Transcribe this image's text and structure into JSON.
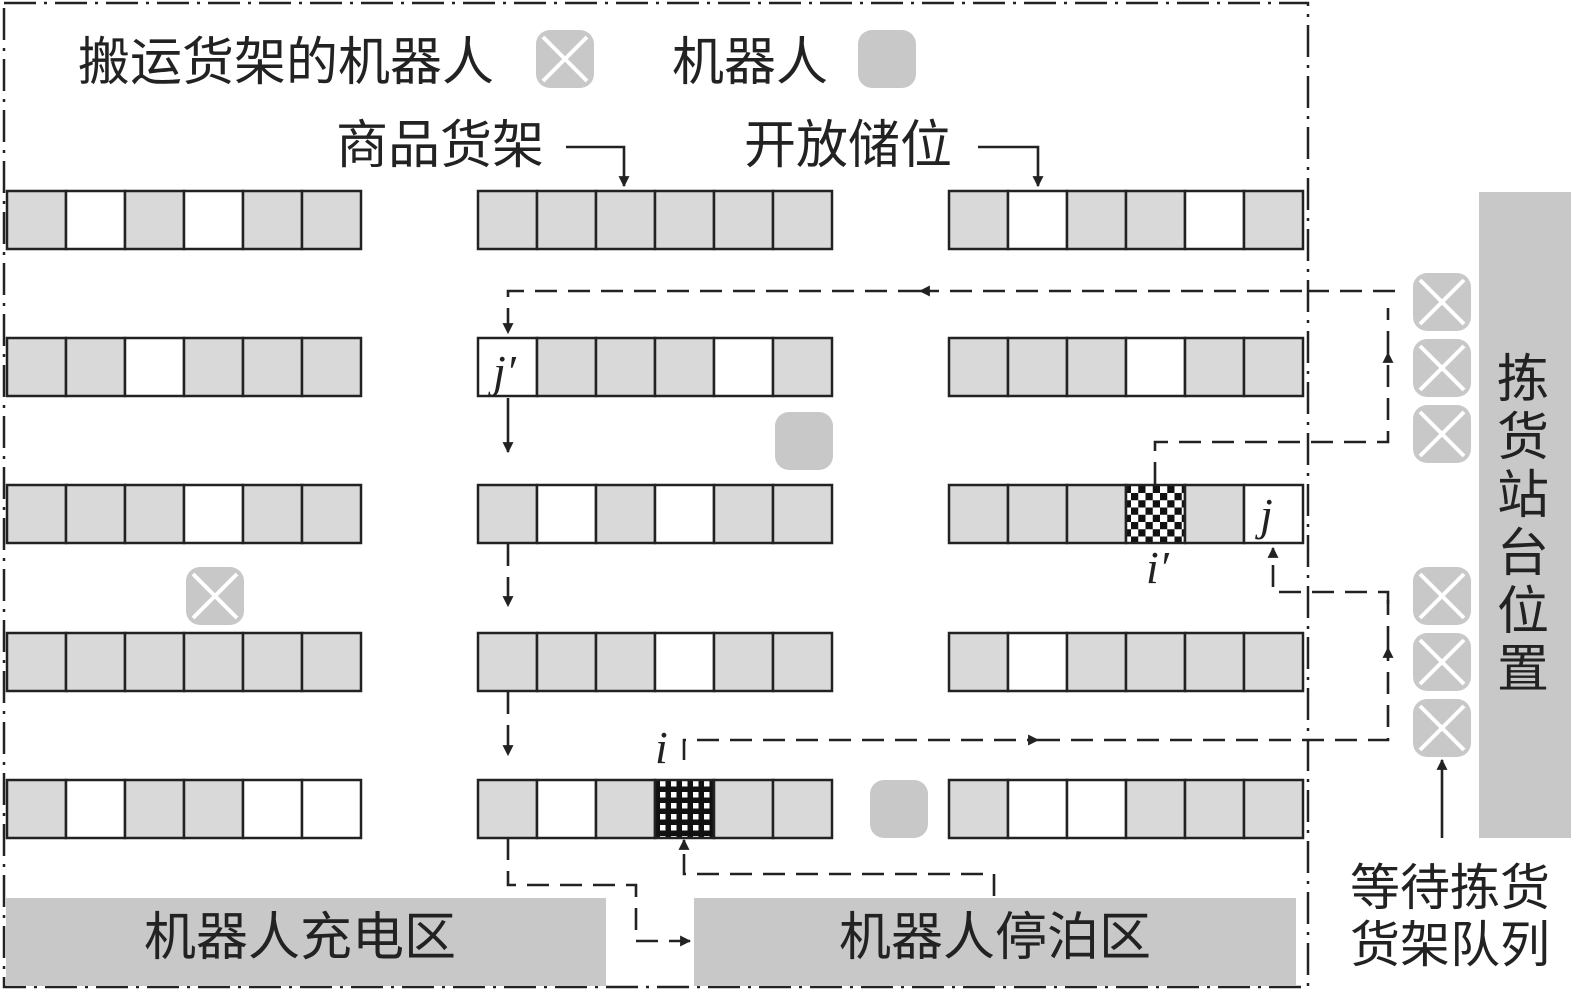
{
  "legend": {
    "carrying_robot_label": "搬运货架的机器人",
    "robot_label": "机器人"
  },
  "labels": {
    "goods_shelf": "商品货架",
    "open_slot": "开放储位"
  },
  "zones": {
    "charging": "机器人充电区",
    "parking": "机器人停泊区"
  },
  "station_label": [
    "拣",
    "货",
    "站",
    "台",
    "位",
    "置"
  ],
  "queue_label": [
    "等待拣货",
    "货架队列"
  ],
  "position_labels": {
    "i": "i",
    "i_prime": "i′",
    "j": "j",
    "j_prime": "j′"
  },
  "colors": {
    "occupied_slot": "#d9d9d9",
    "open_slot": "#ffffff",
    "robot": "#c8c8c8",
    "zone": "#c8c8c8",
    "line": "#222222"
  },
  "shelf_rows": [
    [
      [
        "F",
        "E",
        "F",
        "E",
        "F",
        "F"
      ],
      [
        "F",
        "F",
        "F",
        "F",
        "F",
        "F"
      ],
      [
        "F",
        "E",
        "F",
        "F",
        "E",
        "F"
      ]
    ],
    [
      [
        "F",
        "F",
        "E",
        "F",
        "F",
        "F"
      ],
      [
        "E",
        "F",
        "F",
        "F",
        "E",
        "F"
      ],
      [
        "F",
        "F",
        "F",
        "E",
        "F",
        "F"
      ]
    ],
    [
      [
        "F",
        "F",
        "F",
        "E",
        "F",
        "F"
      ],
      [
        "F",
        "E",
        "F",
        "E",
        "F",
        "F"
      ],
      [
        "F",
        "F",
        "F",
        "X",
        "F",
        "E"
      ]
    ],
    [
      [
        "F",
        "F",
        "F",
        "F",
        "F",
        "F"
      ],
      [
        "F",
        "F",
        "F",
        "E",
        "F",
        "F"
      ],
      [
        "F",
        "E",
        "F",
        "F",
        "F",
        "F"
      ]
    ],
    [
      [
        "F",
        "E",
        "F",
        "F",
        "E",
        "E"
      ],
      [
        "F",
        "E",
        "F",
        "X",
        "F",
        "F"
      ],
      [
        "F",
        "E",
        "E",
        "F",
        "F",
        "F"
      ]
    ]
  ]
}
